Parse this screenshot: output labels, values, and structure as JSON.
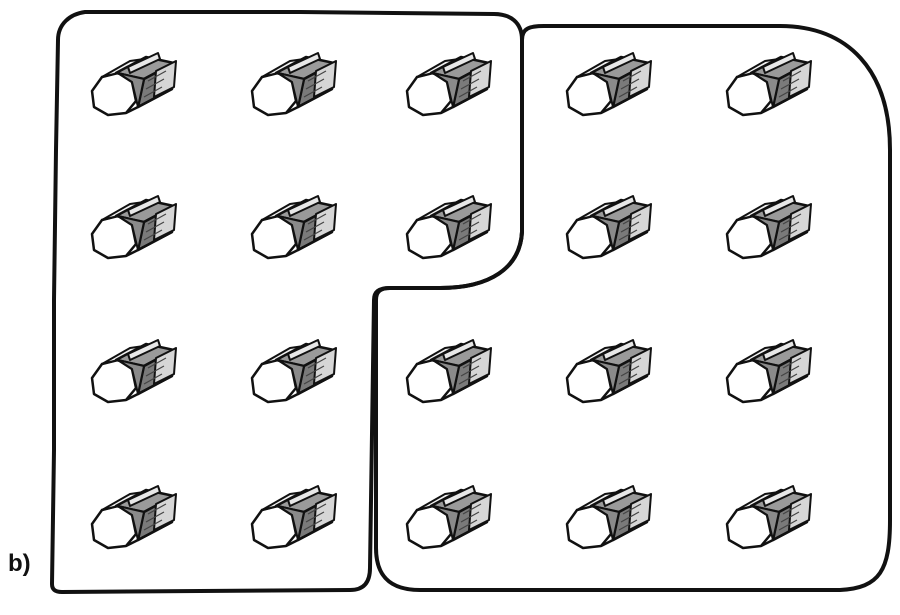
{
  "figure": {
    "part_label": "b)",
    "item_icon": "eraser-icon",
    "colors": {
      "ink": "#111111",
      "sleeve_fill": "#8a8a8a",
      "sleeve_dark": "#5c5c5c",
      "eraser_fill": "#ffffff"
    },
    "grid": {
      "rows": 4,
      "columns": 5
    },
    "groups": [
      {
        "name": "left-group",
        "cells": [
          [
            0,
            0
          ],
          [
            0,
            1
          ],
          [
            0,
            2
          ],
          [
            1,
            0
          ],
          [
            1,
            1
          ],
          [
            1,
            2
          ],
          [
            2,
            0
          ],
          [
            2,
            1
          ],
          [
            3,
            0
          ],
          [
            3,
            1
          ]
        ]
      },
      {
        "name": "right-group",
        "cells": [
          [
            0,
            3
          ],
          [
            0,
            4
          ],
          [
            1,
            3
          ],
          [
            1,
            4
          ],
          [
            2,
            2
          ],
          [
            2,
            3
          ],
          [
            2,
            4
          ],
          [
            3,
            2
          ],
          [
            3,
            3
          ],
          [
            3,
            4
          ]
        ]
      }
    ]
  }
}
